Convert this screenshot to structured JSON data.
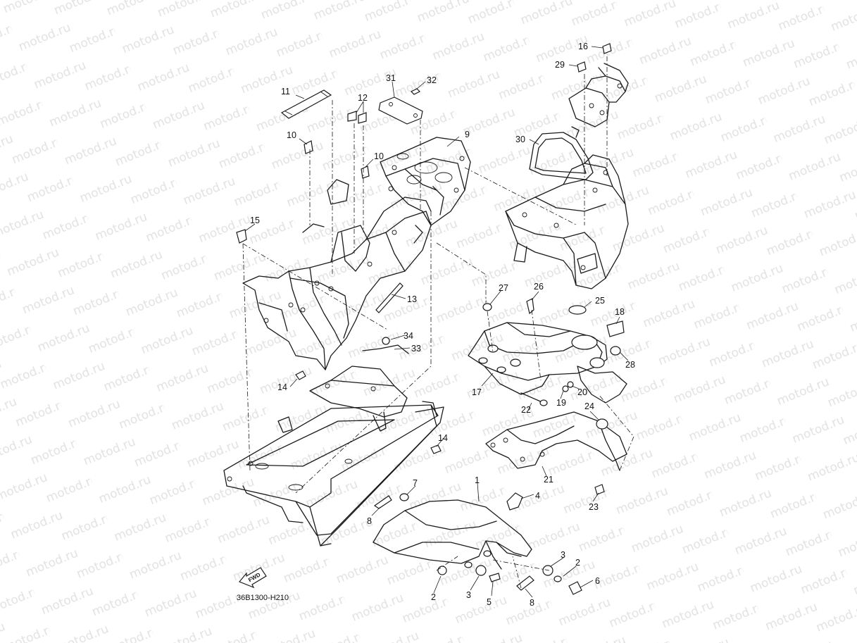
{
  "watermark": "motod.ru",
  "diagram_code": "36B1300-H210",
  "fwd_label": "FWD",
  "callouts": {
    "c1": "1",
    "c2a": "2",
    "c2b": "2",
    "c3a": "3",
    "c3b": "3",
    "c4": "4",
    "c5": "5",
    "c6": "6",
    "c7": "7",
    "c8a": "8",
    "c8b": "8",
    "c9": "9",
    "c10a": "10",
    "c10b": "10",
    "c11": "11",
    "c12": "12",
    "c13": "13",
    "c14a": "14",
    "c14b": "14",
    "c15": "15",
    "c16": "16",
    "c17": "17",
    "c18": "18",
    "c19": "19",
    "c20": "20",
    "c21": "21",
    "c22": "22",
    "c23": "23",
    "c24": "24",
    "c25": "25",
    "c26": "26",
    "c27": "27",
    "c28": "28",
    "c29": "29",
    "c30": "30",
    "c31": "31",
    "c32": "32",
    "c33": "33",
    "c34": "34"
  }
}
